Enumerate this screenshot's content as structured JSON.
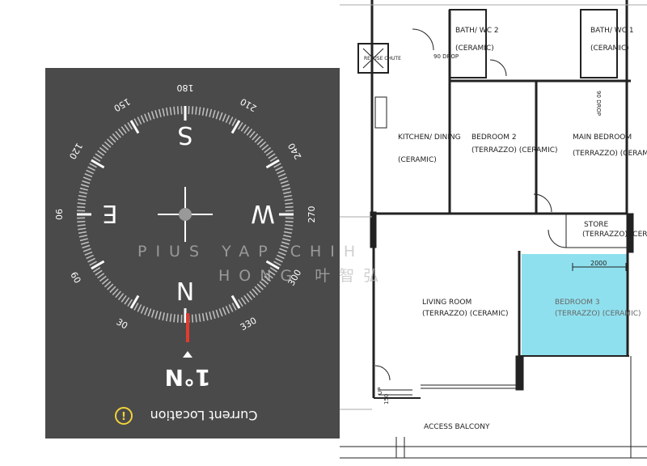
{
  "compass": {
    "cardinals": {
      "north": "N",
      "south": "S",
      "east": "E",
      "west": "W"
    },
    "degree_labels": [
      "180",
      "210",
      "240",
      "270",
      "300",
      "330",
      "30",
      "60",
      "90",
      "120",
      "150"
    ],
    "heading": "1°N",
    "status_text": "Current Location",
    "status_icon": "info-circle-icon",
    "needle_color": "#e23b2e",
    "panel_color": "#4a4a4a"
  },
  "watermark": {
    "line1": "PIUS YAP CHIH",
    "line2": "HONG 叶智弘"
  },
  "floor_plan": {
    "highlight_color": "#8fe0ee",
    "rooms": [
      {
        "name": "BATH/\nWC 2",
        "finish": "(CERAMIC)"
      },
      {
        "name": "BATH/\nWC 1",
        "finish": "(CERAMIC)"
      },
      {
        "name": "KITCHEN/\nDINING",
        "finish": "(CERAMIC)"
      },
      {
        "name": "BEDROOM 2",
        "finish": "(TERRAZZO)\n(CERAMIC)"
      },
      {
        "name": "MAIN\nBEDROOM",
        "finish": "(TERRAZZO)\n(CERAMIC)"
      },
      {
        "name": "STORE",
        "finish": "(TERRAZZO)\n(CERAMIC)"
      },
      {
        "name": "LIVING ROOM",
        "finish": "(TERRAZZO)\n(CERAMIC)"
      },
      {
        "name": "BEDROOM 3",
        "finish": "(TERRAZZO)\n(CERAMIC)"
      },
      {
        "name": "ACCESS BALCONY",
        "finish": ""
      }
    ],
    "refuse_chute": "REFUSE\nCHUTE",
    "drop_90": "90\nDROP",
    "dimension": "2000",
    "up_label": "UP",
    "step_150": "150"
  }
}
